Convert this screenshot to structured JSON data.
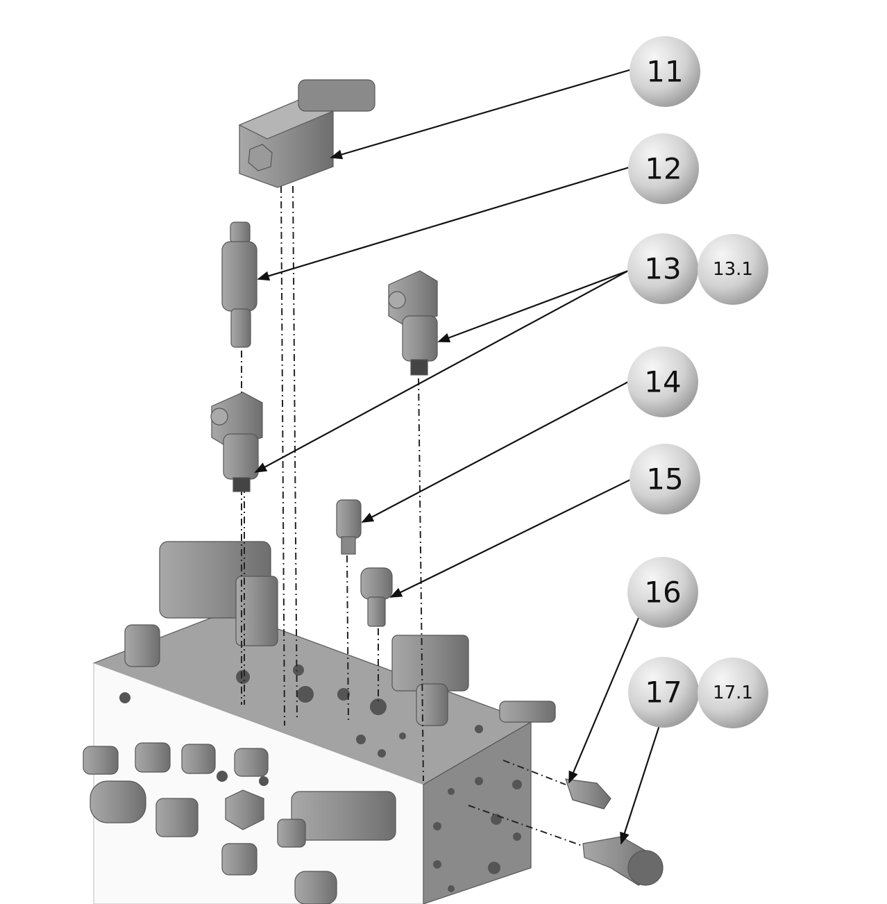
{
  "diagram": {
    "balloons": [
      {
        "id": "11",
        "label": "11"
      },
      {
        "id": "12",
        "label": "12"
      },
      {
        "id": "13",
        "label": "13"
      },
      {
        "id": "13.1",
        "label": "13.1"
      },
      {
        "id": "14",
        "label": "14"
      },
      {
        "id": "15",
        "label": "15"
      },
      {
        "id": "16",
        "label": "16"
      },
      {
        "id": "17",
        "label": "17"
      },
      {
        "id": "17.1",
        "label": "17.1"
      }
    ],
    "colors": {
      "balloon_light": "#f4f4f4",
      "balloon_dark": "#9c9c9c",
      "part_gray": "#8e8e8e",
      "block_top": "#a3a3a3",
      "block_front": "#fafafa",
      "block_side": "#8a8a8a"
    }
  }
}
